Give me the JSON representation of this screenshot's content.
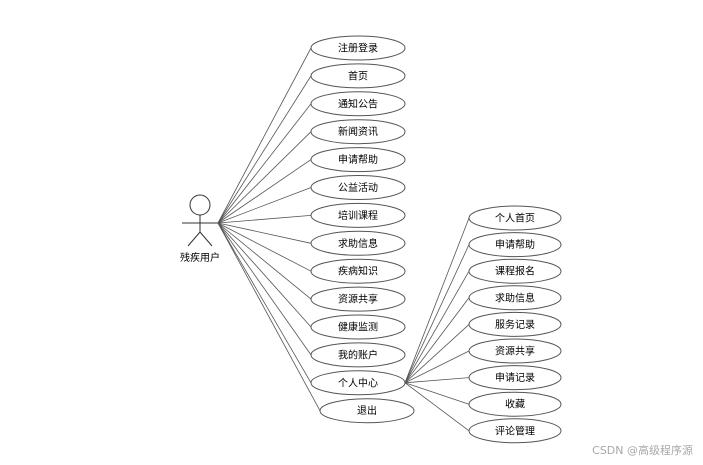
{
  "actor": {
    "label": "残疾用户"
  },
  "use_cases": [
    "注册登录",
    "首页",
    "通知公告",
    "新闻资讯",
    "申请帮助",
    "公益活动",
    "培训课程",
    "求助信息",
    "疾病知识",
    "资源共享",
    "健康监测",
    "我的账户",
    "个人中心",
    "退出"
  ],
  "personal_center": {
    "label": "个人中心",
    "items": [
      "个人首页",
      "申请帮助",
      "课程报名",
      "求助信息",
      "服务记录",
      "资源共享",
      "申请记录",
      "收藏",
      "评论管理"
    ]
  },
  "watermark": "CSDN @高级程序源"
}
